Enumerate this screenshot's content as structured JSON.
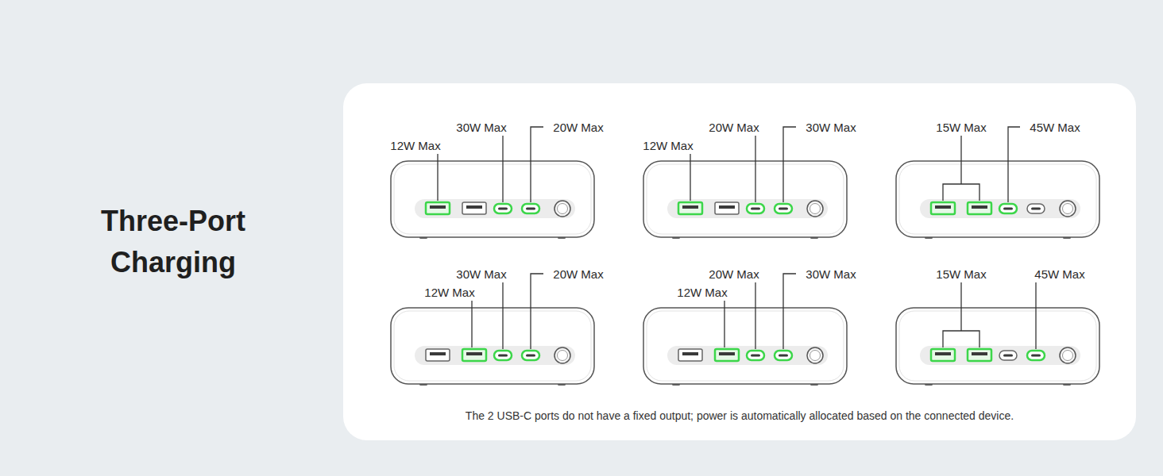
{
  "diagram": {
    "title": "Three-Port Charging",
    "caption": "The 2 USB-C ports do not have a fixed output; power is automatically allocated based on the connected device.",
    "labels": [
      "12W Max",
      "30W Max",
      "20W Max",
      "12W Max",
      "20W Max",
      "30W Max",
      "15W Max",
      "45W Max",
      "12W Max",
      "30W Max",
      "20W Max",
      "12W Max",
      "20W Max",
      "30W Max",
      "15W Max",
      "45W Max"
    ]
  }
}
